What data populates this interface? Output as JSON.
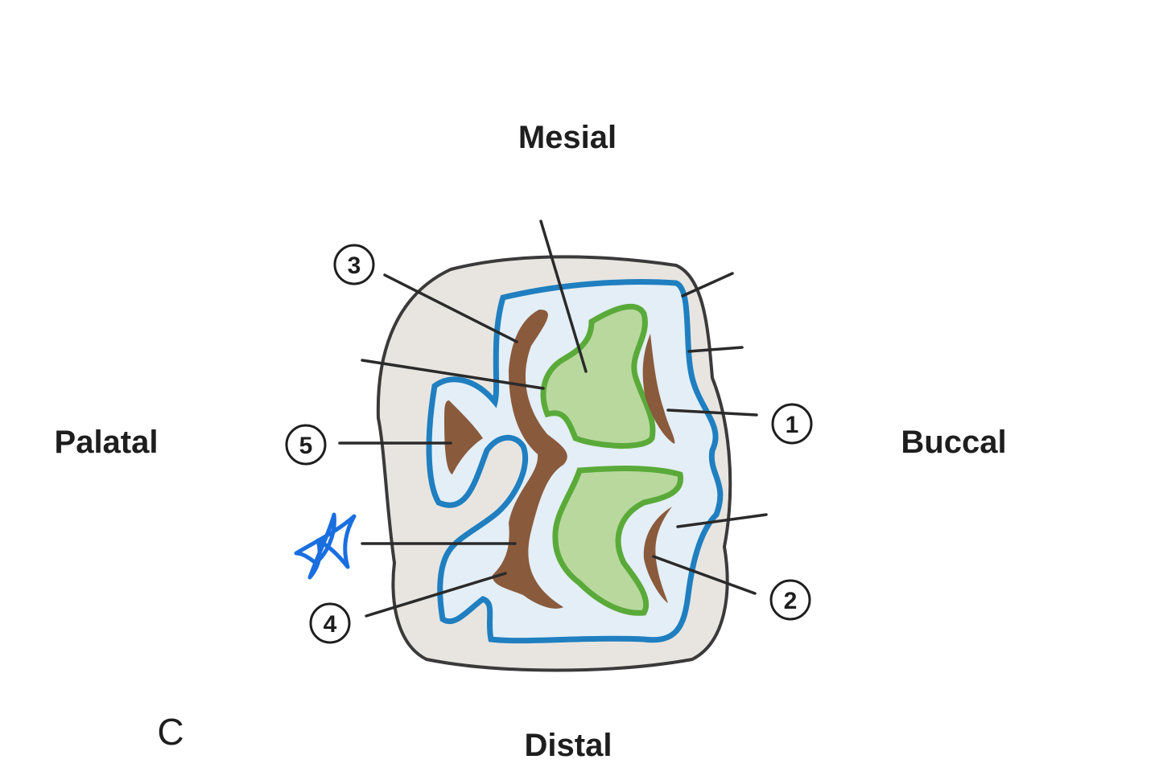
{
  "labels": {
    "top": "Mesial",
    "bottom": "Distal",
    "left": "Palatal",
    "right": "Buccal",
    "figure": "C"
  },
  "callouts": [
    "1",
    "2",
    "3",
    "4",
    "5"
  ],
  "colors": {
    "enamel_fill": "#e8e5e0",
    "enamel_outline": "#3a3a3a",
    "dentin_outline": "#1f7fc0",
    "dentin_fill": "#e3eef6",
    "pulp_outline": "#5aaa3a",
    "pulp_fill": "#b9d89e",
    "ridge": "#8a5a3c",
    "annotation": "#1a6fe0"
  },
  "annotation": {
    "shape": "hand-drawn-star",
    "note": "handwritten star mark replacing callout at lower-left"
  }
}
